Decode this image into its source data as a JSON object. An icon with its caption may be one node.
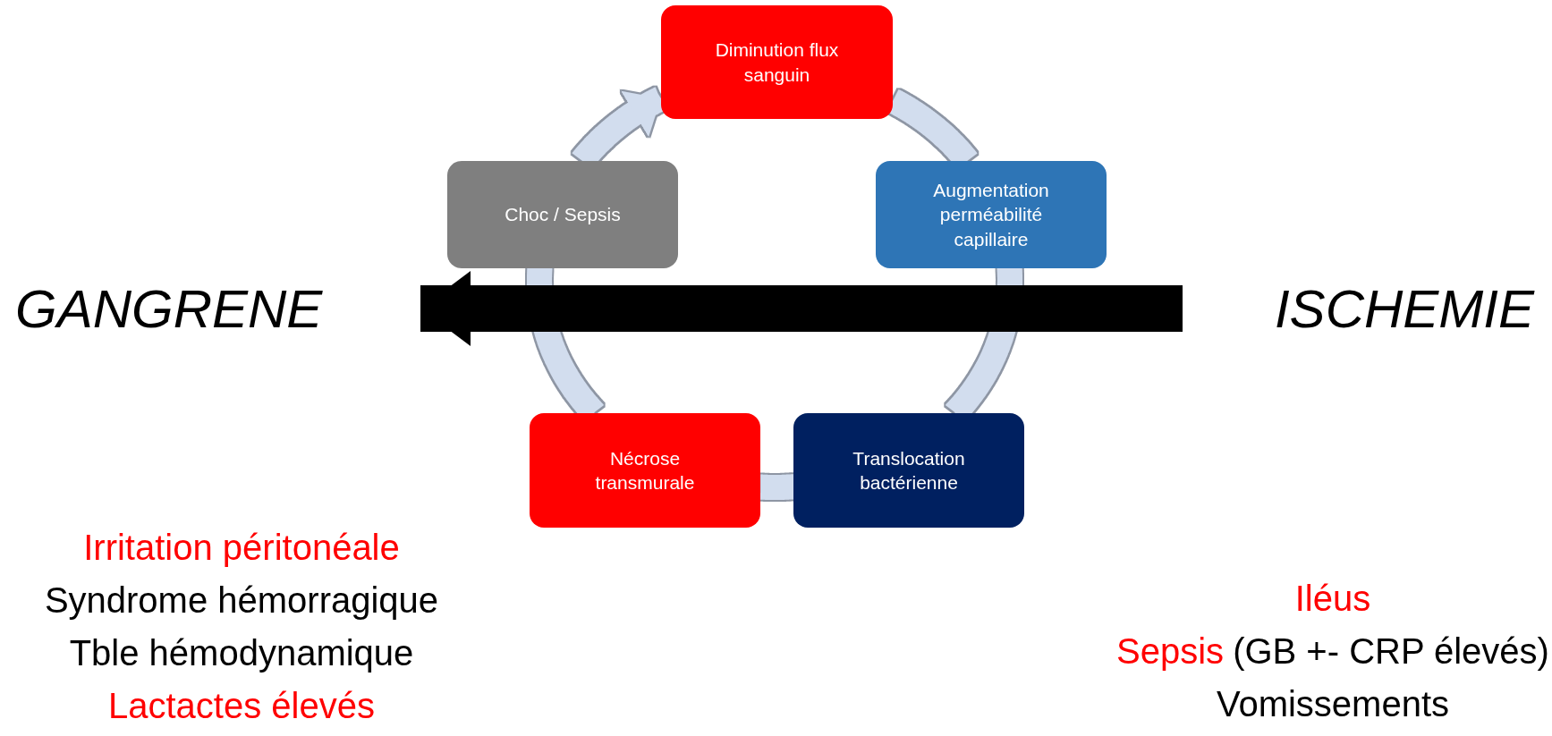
{
  "diagram": {
    "nodes": [
      {
        "text": [
          "Diminution flux sanguin"
        ]
      },
      {
        "text": [
          "Augmentation perméabilité capillaire"
        ]
      },
      {
        "text": [
          "Translocation bactérienne"
        ]
      },
      {
        "text": [
          "Nécrose transmurale"
        ]
      },
      {
        "text": [
          "Choc / Sepsis"
        ]
      },
      {
        "text": [
          "GANGRENE"
        ]
      },
      {
        "text": [
          "ISCHEMIE"
        ]
      }
    ],
    "edges": [
      {
        "from": 0,
        "to": 1,
        "arrow": "none"
      },
      {
        "from": 1,
        "to": 2,
        "arrow": "none"
      },
      {
        "from": 2,
        "to": 3,
        "arrow": "none"
      },
      {
        "from": 3,
        "to": 4,
        "arrow": "none"
      },
      {
        "from": 4,
        "to": 0,
        "arrow": "to"
      },
      {
        "from": 6,
        "to": 5,
        "arrow": "to",
        "style": "thick",
        "color": "#000000"
      }
    ],
    "labels": [
      "Irritation péritonéale",
      "Syndrome hémorragique",
      "Tble hémodynamique",
      "Lactactes élevés",
      "Iléus",
      "Sepsis",
      "(GB +- CRP élevés)",
      "Vomissements"
    ]
  }
}
